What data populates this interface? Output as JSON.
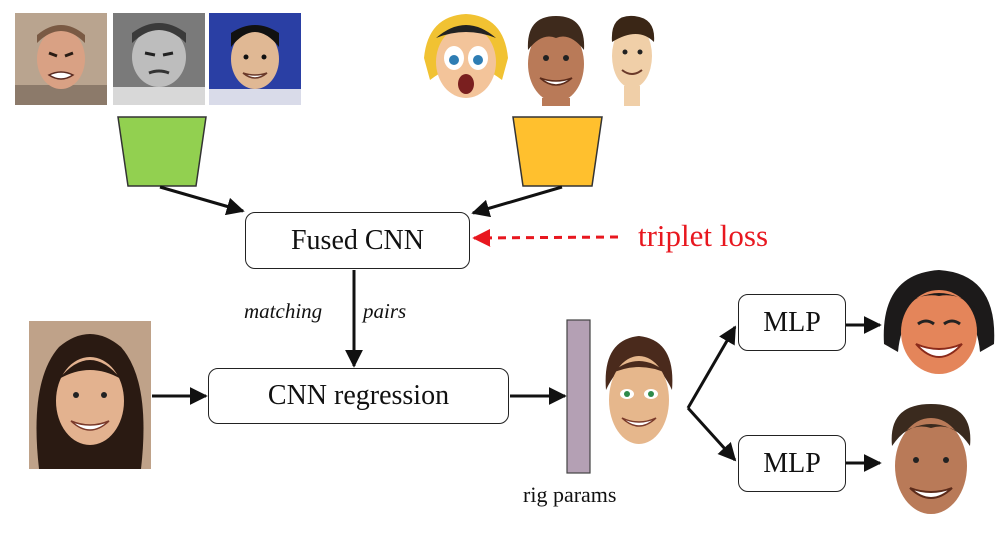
{
  "nodes": {
    "fused_cnn": "Fused CNN",
    "cnn_regression": "CNN regression",
    "mlp_top": "MLP",
    "mlp_bottom": "MLP"
  },
  "labels": {
    "triplet_loss": "triplet loss",
    "matching": "matching",
    "pairs": "pairs",
    "rig_params": "rig params"
  },
  "colors": {
    "human_encoder": "#92d050",
    "character_encoder": "#ffc02e",
    "rig_param_bar": "#b4a0b4",
    "loss_arrow": "#e8171f",
    "arrow": "#111111"
  },
  "images": {
    "human_faces_top": [
      "human-face-angry",
      "human-face-disgust-grayscale",
      "human-face-smile-blue-bg"
    ],
    "character_faces_top": [
      "cartoon-girl-frightened",
      "cartoon-man-smiling",
      "cartoon-man-thin"
    ],
    "input_photo": "human-face-smiling-woman",
    "rig_character": "cartoon-woman-smiling",
    "output_top": "cartoon-girl-laughing",
    "output_bottom": "cartoon-man-grinning"
  }
}
